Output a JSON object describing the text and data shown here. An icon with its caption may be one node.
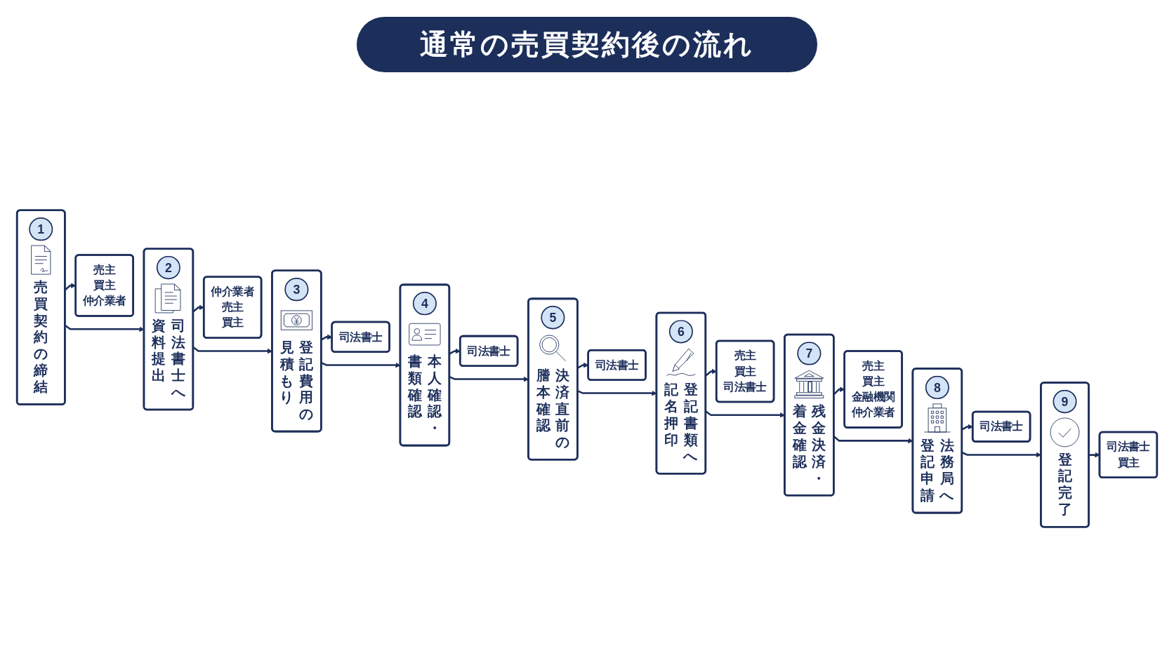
{
  "diagram": {
    "title": "通常の売買契約後の流れ",
    "nodes": [
      {
        "text": [
          "1",
          "売買契約の締結"
        ]
      },
      {
        "text": [
          "2",
          "司法書士へ資料提出"
        ]
      },
      {
        "text": [
          "3",
          "登記費用の見積もり"
        ]
      },
      {
        "text": [
          "4",
          "本人確認・書類確認"
        ]
      },
      {
        "text": [
          "5",
          "決済直前の謄本確認"
        ]
      },
      {
        "text": [
          "6",
          "登記書類へ記名押印"
        ]
      },
      {
        "text": [
          "7",
          "残金決済・着金確認"
        ]
      },
      {
        "text": [
          "8",
          "法務局へ登記申請"
        ]
      },
      {
        "text": [
          "9",
          "登記完了"
        ]
      },
      {
        "text": [
          "売主",
          "買主",
          "仲介業者"
        ]
      },
      {
        "text": [
          "仲介業者",
          "売主",
          "買主"
        ]
      },
      {
        "text": [
          "司法書士"
        ]
      },
      {
        "text": [
          "司法書士"
        ]
      },
      {
        "text": [
          "司法書士"
        ]
      },
      {
        "text": [
          "売主",
          "買主",
          "司法書士"
        ]
      },
      {
        "text": [
          "売主",
          "買主",
          "金融機関",
          "仲介業者"
        ]
      },
      {
        "text": [
          "司法書士"
        ]
      },
      {
        "text": [
          "司法書士",
          "買主"
        ]
      }
    ],
    "edges": [
      {
        "from": 0,
        "to": 1,
        "arrow": "to"
      },
      {
        "from": 1,
        "to": 2,
        "arrow": "to"
      },
      {
        "from": 2,
        "to": 3,
        "arrow": "to"
      },
      {
        "from": 3,
        "to": 4,
        "arrow": "to"
      },
      {
        "from": 4,
        "to": 5,
        "arrow": "to"
      },
      {
        "from": 5,
        "to": 6,
        "arrow": "to"
      },
      {
        "from": 6,
        "to": 7,
        "arrow": "to"
      },
      {
        "from": 7,
        "to": 8,
        "arrow": "to"
      },
      {
        "from": 0,
        "to": 9,
        "arrow": "to"
      },
      {
        "from": 1,
        "to": 10,
        "arrow": "to"
      },
      {
        "from": 2,
        "to": 11,
        "arrow": "to"
      },
      {
        "from": 3,
        "to": 12,
        "arrow": "to"
      },
      {
        "from": 4,
        "to": 13,
        "arrow": "to"
      },
      {
        "from": 5,
        "to": 14,
        "arrow": "to"
      },
      {
        "from": 6,
        "to": 15,
        "arrow": "to"
      },
      {
        "from": 7,
        "to": 16,
        "arrow": "to"
      },
      {
        "from": 8,
        "to": 17,
        "arrow": "to"
      }
    ]
  }
}
